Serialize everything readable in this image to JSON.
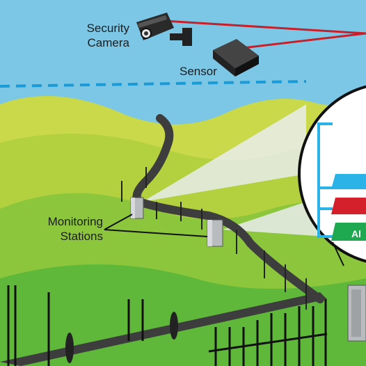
{
  "labels": {
    "security_camera_line1": "Security",
    "security_camera_line2": "Camera",
    "sensor": "Sensor",
    "monitoring_stations_line1": "Monitoring",
    "monitoring_stations_line2": "Stations"
  },
  "panel": {
    "alarm_label_partial": "Al"
  },
  "colors": {
    "sky": "#7cc6e6",
    "hill_far": "#c9d94a",
    "hill_mid": "#a8cc3a",
    "hill_near": "#6fbf3a",
    "pipeline": "#3d3d3d",
    "wire": "#c8202a",
    "dashed_line": "#1a9ad6",
    "panel_blue": "#2bb3e8",
    "panel_red": "#d3202a",
    "panel_green": "#1ea84f"
  }
}
